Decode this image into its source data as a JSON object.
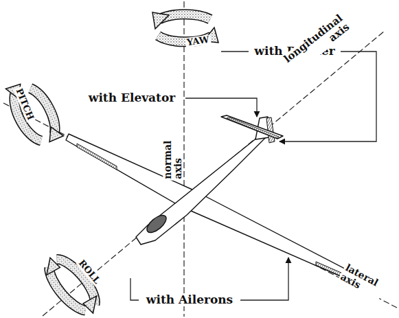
{
  "diagram": {
    "labels": [
      "YAW",
      "with Rudder",
      "PITCH",
      "with Elevator",
      "normal axis",
      "longitudinal axis",
      "ROLL",
      "with Ailerons",
      "lateral axis"
    ]
  }
}
